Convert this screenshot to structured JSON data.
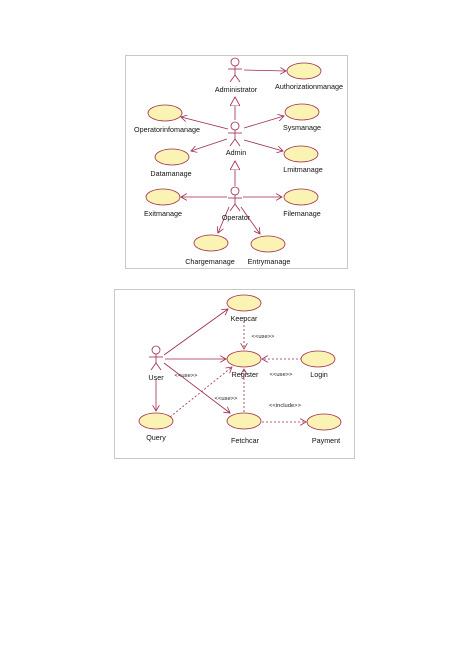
{
  "diagram1": {
    "actors": {
      "administrator": "Administrator",
      "admin": "Admin",
      "operator": "Operator"
    },
    "use_cases": {
      "authorization": "Authorizationmanage",
      "operatorinfo": "Operatorinfomanage",
      "sys": "Sysmanage",
      "data": "Datamanage",
      "limit": "Lmitmanage",
      "exit": "Exitmanage",
      "file": "Filemanage",
      "charge": "Chargemanage",
      "entry": "Entrymanage"
    }
  },
  "diagram2": {
    "actors": {
      "user": "User"
    },
    "use_cases": {
      "keepcar": "Keepcar",
      "register": "Register",
      "login": "Login",
      "query": "Query",
      "fetchcar": "Fetchcar",
      "payment": "Payment"
    },
    "stereotypes": {
      "use_keepcar": "<<use>>",
      "use_query": "<<use>>",
      "use_login": "<<use>>",
      "use_fetchcar": "<<use>>",
      "include_payment": "<<include>>"
    }
  },
  "colors": {
    "ellipse_fill": "#fbf3b3",
    "stroke": "#a0294a",
    "panel_border": "#c8c8c8"
  }
}
